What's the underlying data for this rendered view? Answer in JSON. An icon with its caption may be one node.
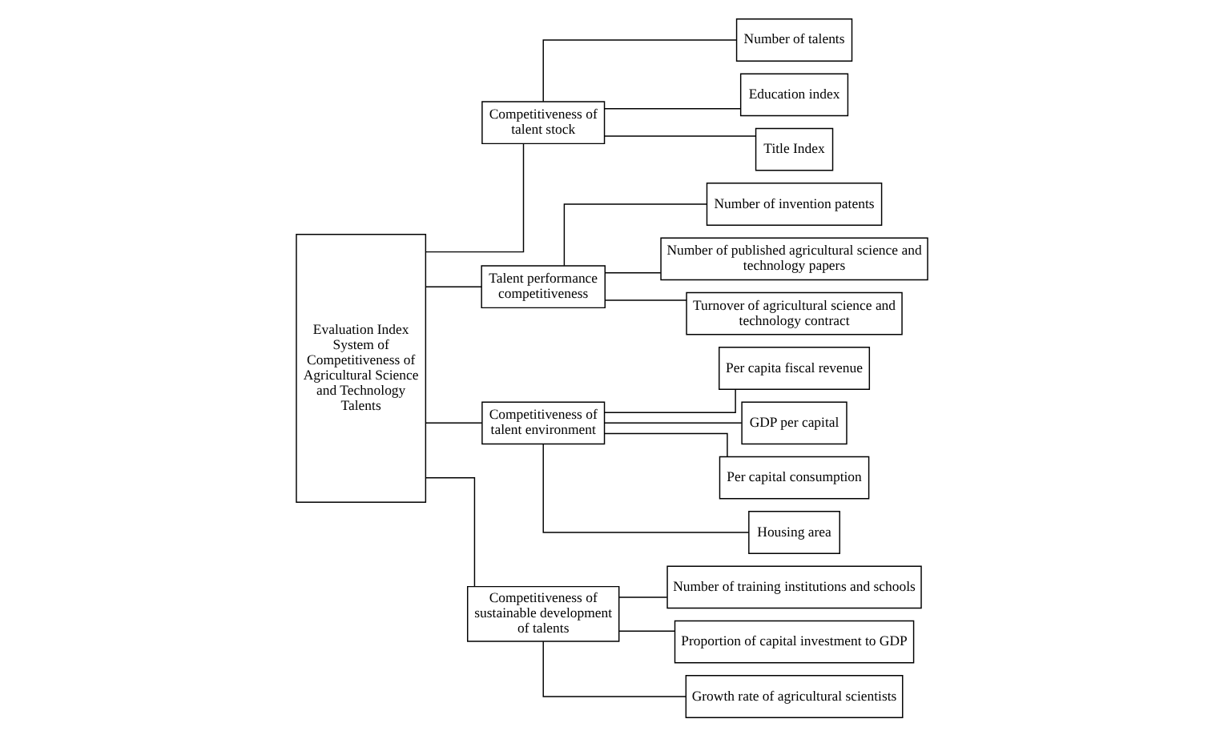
{
  "diagram": {
    "nodes": [
      {
        "text": [
          "Evaluation Index System of Competitiveness of Agricultural Science and Technology Talents"
        ]
      },
      {
        "text": [
          "Competitiveness of talent stock"
        ]
      },
      {
        "text": [
          "Number of talents"
        ]
      },
      {
        "text": [
          "Education index"
        ]
      },
      {
        "text": [
          "Title Index"
        ]
      },
      {
        "text": [
          "Talent performance competitiveness"
        ]
      },
      {
        "text": [
          "Number of invention patents"
        ]
      },
      {
        "text": [
          "Number of published agricultural science and technology papers"
        ]
      },
      {
        "text": [
          "Turnover of agricultural science and technology contract"
        ]
      },
      {
        "text": [
          "Competitiveness of talent environment"
        ]
      },
      {
        "text": [
          "Per capita fiscal revenue"
        ]
      },
      {
        "text": [
          "GDP per capital"
        ]
      },
      {
        "text": [
          "Per capital consumption"
        ]
      },
      {
        "text": [
          "Housing area"
        ]
      },
      {
        "text": [
          "Competitiveness of sustainable development of talents"
        ]
      },
      {
        "text": [
          "Number of training institutions and schools"
        ]
      },
      {
        "text": [
          "Proportion of capital investment to GDP"
        ]
      },
      {
        "text": [
          "Growth rate of agricultural scientists"
        ]
      }
    ],
    "edges": [
      {
        "from": 0,
        "to": 1,
        "arrow": "none"
      },
      {
        "from": 0,
        "to": 5,
        "arrow": "none"
      },
      {
        "from": 0,
        "to": 9,
        "arrow": "none"
      },
      {
        "from": 0,
        "to": 14,
        "arrow": "none"
      },
      {
        "from": 1,
        "to": 2,
        "arrow": "none"
      },
      {
        "from": 1,
        "to": 3,
        "arrow": "none"
      },
      {
        "from": 1,
        "to": 4,
        "arrow": "none"
      },
      {
        "from": 5,
        "to": 6,
        "arrow": "none"
      },
      {
        "from": 5,
        "to": 7,
        "arrow": "none"
      },
      {
        "from": 5,
        "to": 8,
        "arrow": "none"
      },
      {
        "from": 9,
        "to": 10,
        "arrow": "none"
      },
      {
        "from": 9,
        "to": 11,
        "arrow": "none"
      },
      {
        "from": 9,
        "to": 12,
        "arrow": "none"
      },
      {
        "from": 9,
        "to": 13,
        "arrow": "none"
      },
      {
        "from": 14,
        "to": 15,
        "arrow": "none"
      },
      {
        "from": 14,
        "to": 16,
        "arrow": "none"
      },
      {
        "from": 14,
        "to": 17,
        "arrow": "none"
      }
    ]
  }
}
